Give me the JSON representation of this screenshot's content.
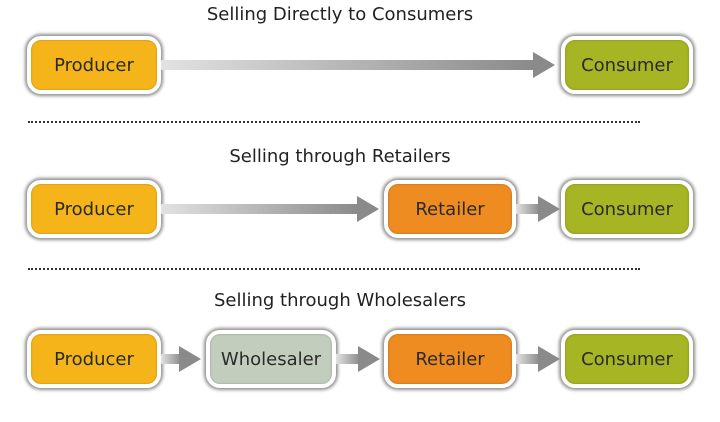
{
  "sections": [
    {
      "title": "Selling Directly to Consumers",
      "nodes": [
        "Producer",
        "Consumer"
      ]
    },
    {
      "title": "Selling through Retailers",
      "nodes": [
        "Producer",
        "Retailer",
        "Consumer"
      ]
    },
    {
      "title": "Selling through Wholesalers",
      "nodes": [
        "Producer",
        "Wholesaler",
        "Retailer",
        "Consumer"
      ]
    }
  ],
  "colors": {
    "producer": "#f5b51a",
    "wholesaler": "#c2cdbd",
    "retailer": "#ee8c22",
    "consumer": "#a6b523",
    "arrow": "#8a8a8a"
  }
}
